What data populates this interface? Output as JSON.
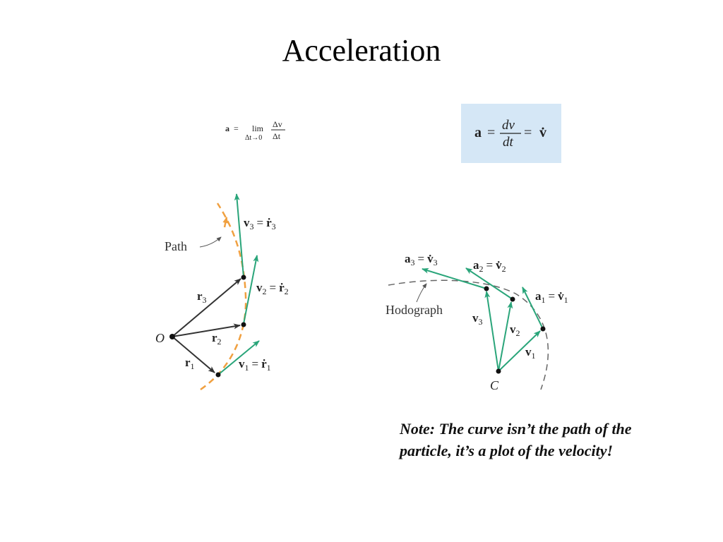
{
  "slide": {
    "title": "Acceleration",
    "note": "Note: The curve isn’t the path of the particle, it’s a plot of the velocity!"
  },
  "formula_limit": {
    "lhs": "a",
    "eq": "=",
    "lim": "lim",
    "lim_sub": "Δt→0",
    "numerator": "Δv",
    "denominator": "Δt"
  },
  "formula_derivative": {
    "lhs": "a",
    "eq1": "=",
    "numerator": "dv",
    "denominator": "dt",
    "eq2": "=",
    "rhs": "v̇"
  },
  "path_diagram": {
    "origin_label": "O",
    "path_label": "Path",
    "r1": "r",
    "r1_sub": "1",
    "r2": "r",
    "r2_sub": "2",
    "r3": "r",
    "r3_sub": "3",
    "v1": {
      "v": "v",
      "sub": "1",
      "eq": "=",
      "r": "ṙ",
      "rsub": "1"
    },
    "v2": {
      "v": "v",
      "sub": "2",
      "eq": "=",
      "r": "ṙ",
      "rsub": "2"
    },
    "v3": {
      "v": "v",
      "sub": "3",
      "eq": "=",
      "r": "ṙ",
      "rsub": "3"
    },
    "colors": {
      "path": "#f0a040",
      "velocity": "#2aa57a",
      "position": "#333333"
    }
  },
  "hodograph_diagram": {
    "center_label": "C",
    "hodograph_label": "Hodograph",
    "v1": {
      "v": "v",
      "sub": "1"
    },
    "v2": {
      "v": "v",
      "sub": "2"
    },
    "v3": {
      "v": "v",
      "sub": "3"
    },
    "a1": {
      "a": "a",
      "sub": "1",
      "eq": "=",
      "v": "v̇",
      "vsub": "1"
    },
    "a2": {
      "a": "a",
      "sub": "2",
      "eq": "=",
      "v": "v̇",
      "vsub": "2"
    },
    "a3": {
      "a": "a",
      "sub": "3",
      "eq": "=",
      "v": "v̇",
      "vsub": "3"
    },
    "colors": {
      "curve": "#666666",
      "vector": "#2aa57a"
    }
  }
}
